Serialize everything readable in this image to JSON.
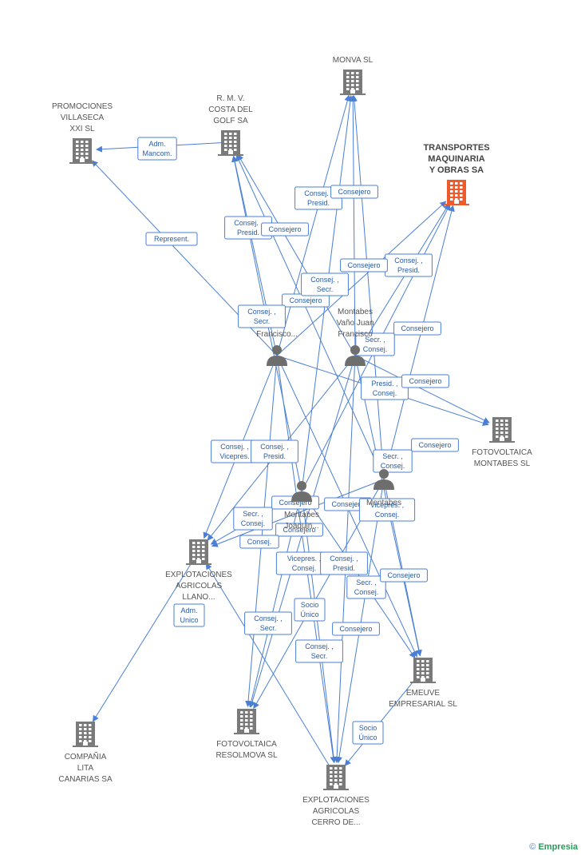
{
  "nodes": [
    {
      "id": "promociones",
      "type": "company",
      "label": [
        "PROMOCIONES",
        "VILLASECA",
        "XXI SL"
      ],
      "highlight": false
    },
    {
      "id": "rmv",
      "type": "company",
      "label": [
        "R.  M.  V.",
        "COSTA DEL",
        "GOLF SA"
      ],
      "highlight": false
    },
    {
      "id": "monva",
      "type": "company",
      "label": [
        "MONVA SL"
      ],
      "highlight": false
    },
    {
      "id": "transportes",
      "type": "company",
      "label": [
        "TRANSPORTES",
        "MAQUINARIA",
        "Y OBRAS SA"
      ],
      "highlight": true
    },
    {
      "id": "fotomontabes",
      "type": "company",
      "label": [
        "FOTOVOLTAICA",
        "MONTABES SL"
      ],
      "highlight": false
    },
    {
      "id": "p_francisco1",
      "type": "person",
      "label": [
        "Francisco..."
      ],
      "highlight": false
    },
    {
      "id": "p_juanfrancisco",
      "type": "person",
      "label": [
        "Montabes",
        "Vaño Juan",
        "Francisco"
      ],
      "highlight": false
    },
    {
      "id": "p_joaquin",
      "type": "person",
      "label": [
        "Montabes",
        "Joaquin..."
      ],
      "highlight": false
    },
    {
      "id": "p_montabes4",
      "type": "person",
      "label": [
        "Montabes"
      ],
      "highlight": false
    },
    {
      "id": "expllano",
      "type": "company",
      "label": [
        "EXPLOTACIONES",
        "AGRICOLAS",
        "LLANO..."
      ],
      "highlight": false
    },
    {
      "id": "emeuve",
      "type": "company",
      "label": [
        "EMEUVE",
        "EMPRESARIAL SL"
      ],
      "highlight": false
    },
    {
      "id": "compania",
      "type": "company",
      "label": [
        "COMPAÑIA",
        "LITA",
        "CANARIAS SA"
      ],
      "highlight": false
    },
    {
      "id": "fotoresol",
      "type": "company",
      "label": [
        "FOTOVOLTAICA",
        "RESOLMOVA SL"
      ],
      "highlight": false
    },
    {
      "id": "explcerro",
      "type": "company",
      "label": [
        "EXPLOTACIONES",
        "AGRICOLAS",
        "CERRO DE..."
      ],
      "highlight": false
    }
  ],
  "edge_labels": [
    [
      "Adm.",
      "Mancom."
    ],
    [
      "Represent."
    ],
    [
      "Consej. ,",
      "Presid."
    ],
    [
      "Consejero"
    ],
    [
      "Consej. ,",
      "Presid."
    ],
    [
      "Consejero"
    ],
    [
      "Consejero"
    ],
    [
      "Consej. ,",
      "Presid."
    ],
    [
      "Consej. ,",
      "Secr."
    ],
    [
      "Consejero"
    ],
    [
      "Consej. ,",
      "Secr."
    ],
    [
      "Secr. ,",
      "Consej."
    ],
    [
      "Consejero"
    ],
    [
      "Presid. ,",
      "Consej."
    ],
    [
      "Consejero"
    ],
    [
      "Consej. ,",
      "Vicepres."
    ],
    [
      "Consej. ,",
      "Presid."
    ],
    [
      "Secr. ,",
      "Consej."
    ],
    [
      "Consejero"
    ],
    [
      "Consejero"
    ],
    [
      "Secr. ,",
      "Consej."
    ],
    [
      "Consejero"
    ],
    [
      "Vicepres. ,",
      "Consej."
    ],
    [
      "Consejero"
    ],
    [
      "Consej."
    ],
    [
      "Vicepres. ,",
      "Consej."
    ],
    [
      "Consej. ,",
      "Presid."
    ],
    [
      "Secr. ,",
      "Consej."
    ],
    [
      "Consejero"
    ],
    [
      "Adm.",
      "Unico"
    ],
    [
      "Socio",
      "Único"
    ],
    [
      "Consej. ,",
      "Secr."
    ],
    [
      "Consejero"
    ],
    [
      "Consej. ,",
      "Secr."
    ],
    [
      "Socio",
      "Único"
    ]
  ],
  "colors": {
    "edge": "#4a7fd4",
    "company_icon": "#7a7a7a",
    "highlight_icon": "#f05a2a",
    "person_icon": "#6e6e6e"
  },
  "watermark": {
    "symbol": "©",
    "brand": "Empresia"
  }
}
